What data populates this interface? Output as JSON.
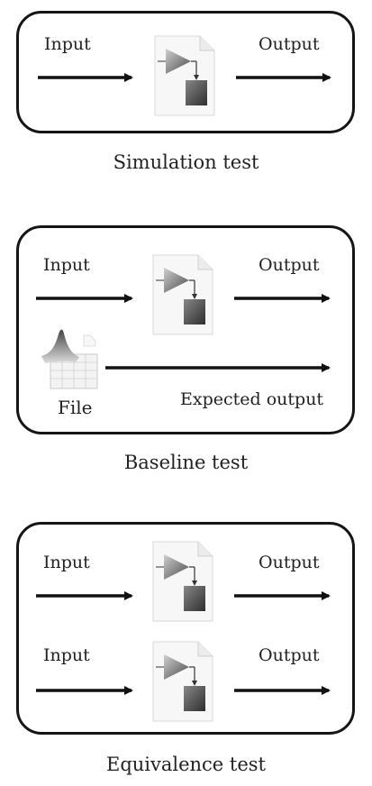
{
  "diagrams": {
    "simulation": {
      "input_label": "Input",
      "output_label": "Output",
      "caption": "Simulation test"
    },
    "baseline": {
      "input_label": "Input",
      "output_label": "Output",
      "file_label": "File",
      "expected_label": "Expected output",
      "caption": "Baseline test"
    },
    "equivalence": {
      "row1_input_label": "Input",
      "row1_output_label": "Output",
      "row2_input_label": "Input",
      "row2_output_label": "Output",
      "caption": "Equivalence test"
    }
  },
  "icons": [
    "model-file-icon",
    "spreadsheet-file-icon"
  ],
  "colors": {
    "frame": "#151515",
    "arrow": "#111111",
    "text": "#222222"
  }
}
